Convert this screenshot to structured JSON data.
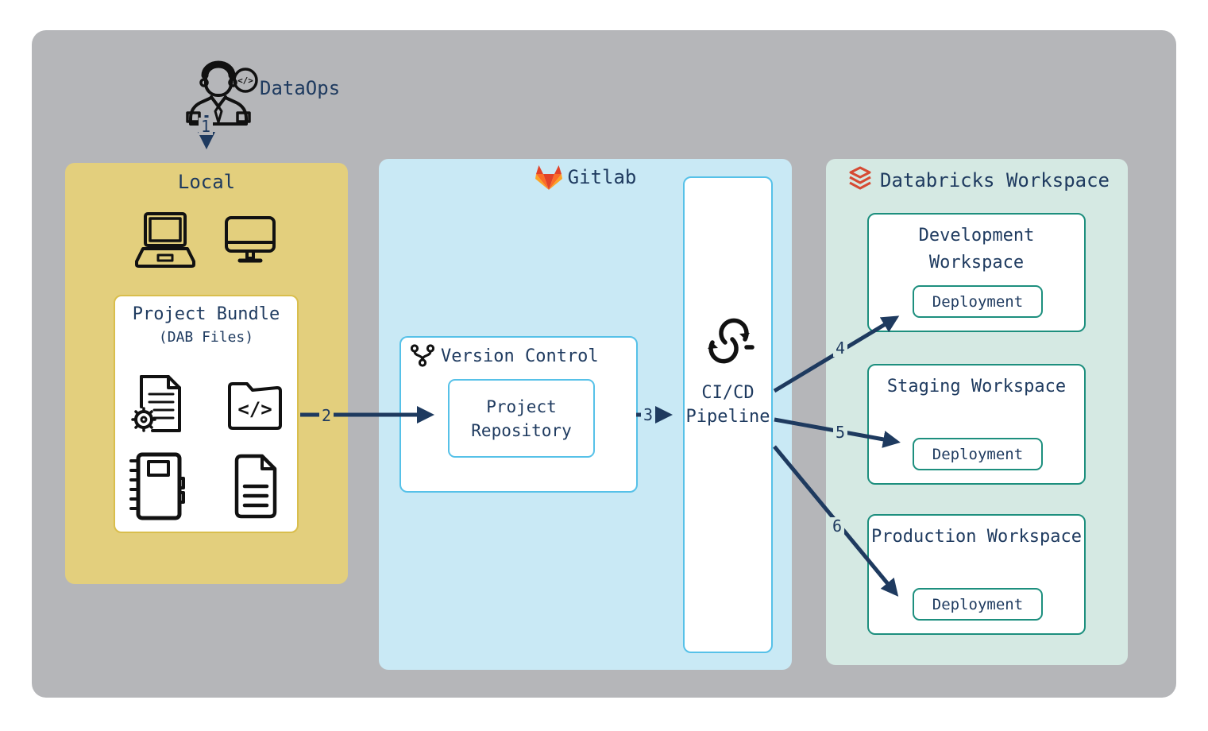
{
  "actor": {
    "label": "DataOps",
    "icon": "developer-with-code-badge"
  },
  "local": {
    "title": "Local",
    "icons": [
      "laptop-icon",
      "monitor-icon"
    ],
    "bundle": {
      "title": "Project Bundle",
      "subtitle": "(DAB Files)",
      "icons": [
        "config-file-icon",
        "code-folder-icon",
        "notebook-icon",
        "document-icon"
      ]
    }
  },
  "gitlab": {
    "title": "Gitlab",
    "logo": "gitlab-fox-logo",
    "version_control": {
      "title": "Version Control",
      "icon": "git-branch-icon",
      "repository": "Project Repository"
    },
    "cicd": {
      "label": "CI/CD Pipeline",
      "icon": "sync-arrows-icon"
    }
  },
  "databricks": {
    "title": "Databricks Workspace",
    "logo": "databricks-logo",
    "workspaces": [
      {
        "title": "Development Workspace",
        "deployment": "Deployment"
      },
      {
        "title": "Staging Workspace",
        "deployment": "Deployment"
      },
      {
        "title": "Production Workspace",
        "deployment": "Deployment"
      }
    ]
  },
  "flow_labels": {
    "1": "1",
    "2": "2",
    "3": "3",
    "4": "4",
    "5": "5",
    "6": "6"
  },
  "colors": {
    "background": "#ffffff",
    "panel_gray": "#b5b6b9",
    "local_yellow": "#e3cf7d",
    "bundle_border_yellow": "#d9be4d",
    "gitlab_blue": "#c9e9f5",
    "box_border_skyblue": "#56c1e8",
    "databricks_mint": "#d5e9e3",
    "workspace_border_teal": "#1d8f7e",
    "text_and_arrows_navy": "#1e3a5f",
    "icon_black": "#111111",
    "gitlab_orange": "#fc6d26",
    "gitlab_red": "#e24329",
    "gitlab_amber": "#fca326",
    "databricks_red": "#d64a33"
  }
}
